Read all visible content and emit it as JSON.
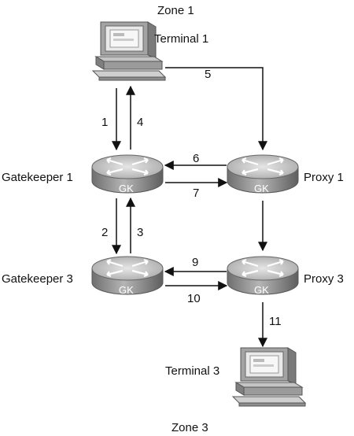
{
  "zones": {
    "top": "Zone 1",
    "bottom": "Zone 3"
  },
  "terminals": {
    "t1": "Terminal 1",
    "t3": "Terminal 3"
  },
  "nodes": {
    "gk1": {
      "label": "Gatekeeper 1",
      "badge": "GK"
    },
    "gk3": {
      "label": "Gatekeeper 3",
      "badge": "GK"
    },
    "px1": {
      "label": "Proxy 1",
      "badge": "GK"
    },
    "px3": {
      "label": "Proxy 3",
      "badge": "GK"
    }
  },
  "steps": {
    "s1": "1",
    "s2": "2",
    "s3": "3",
    "s4": "4",
    "s5": "5",
    "s6": "6",
    "s7": "7",
    "s8": "9",
    "s9": "10",
    "s10": "11"
  },
  "colors": {
    "router_body": "#8e8e8e",
    "router_top": "#c9c9c9",
    "computer": "#9a9a9a",
    "line": "#111111"
  }
}
